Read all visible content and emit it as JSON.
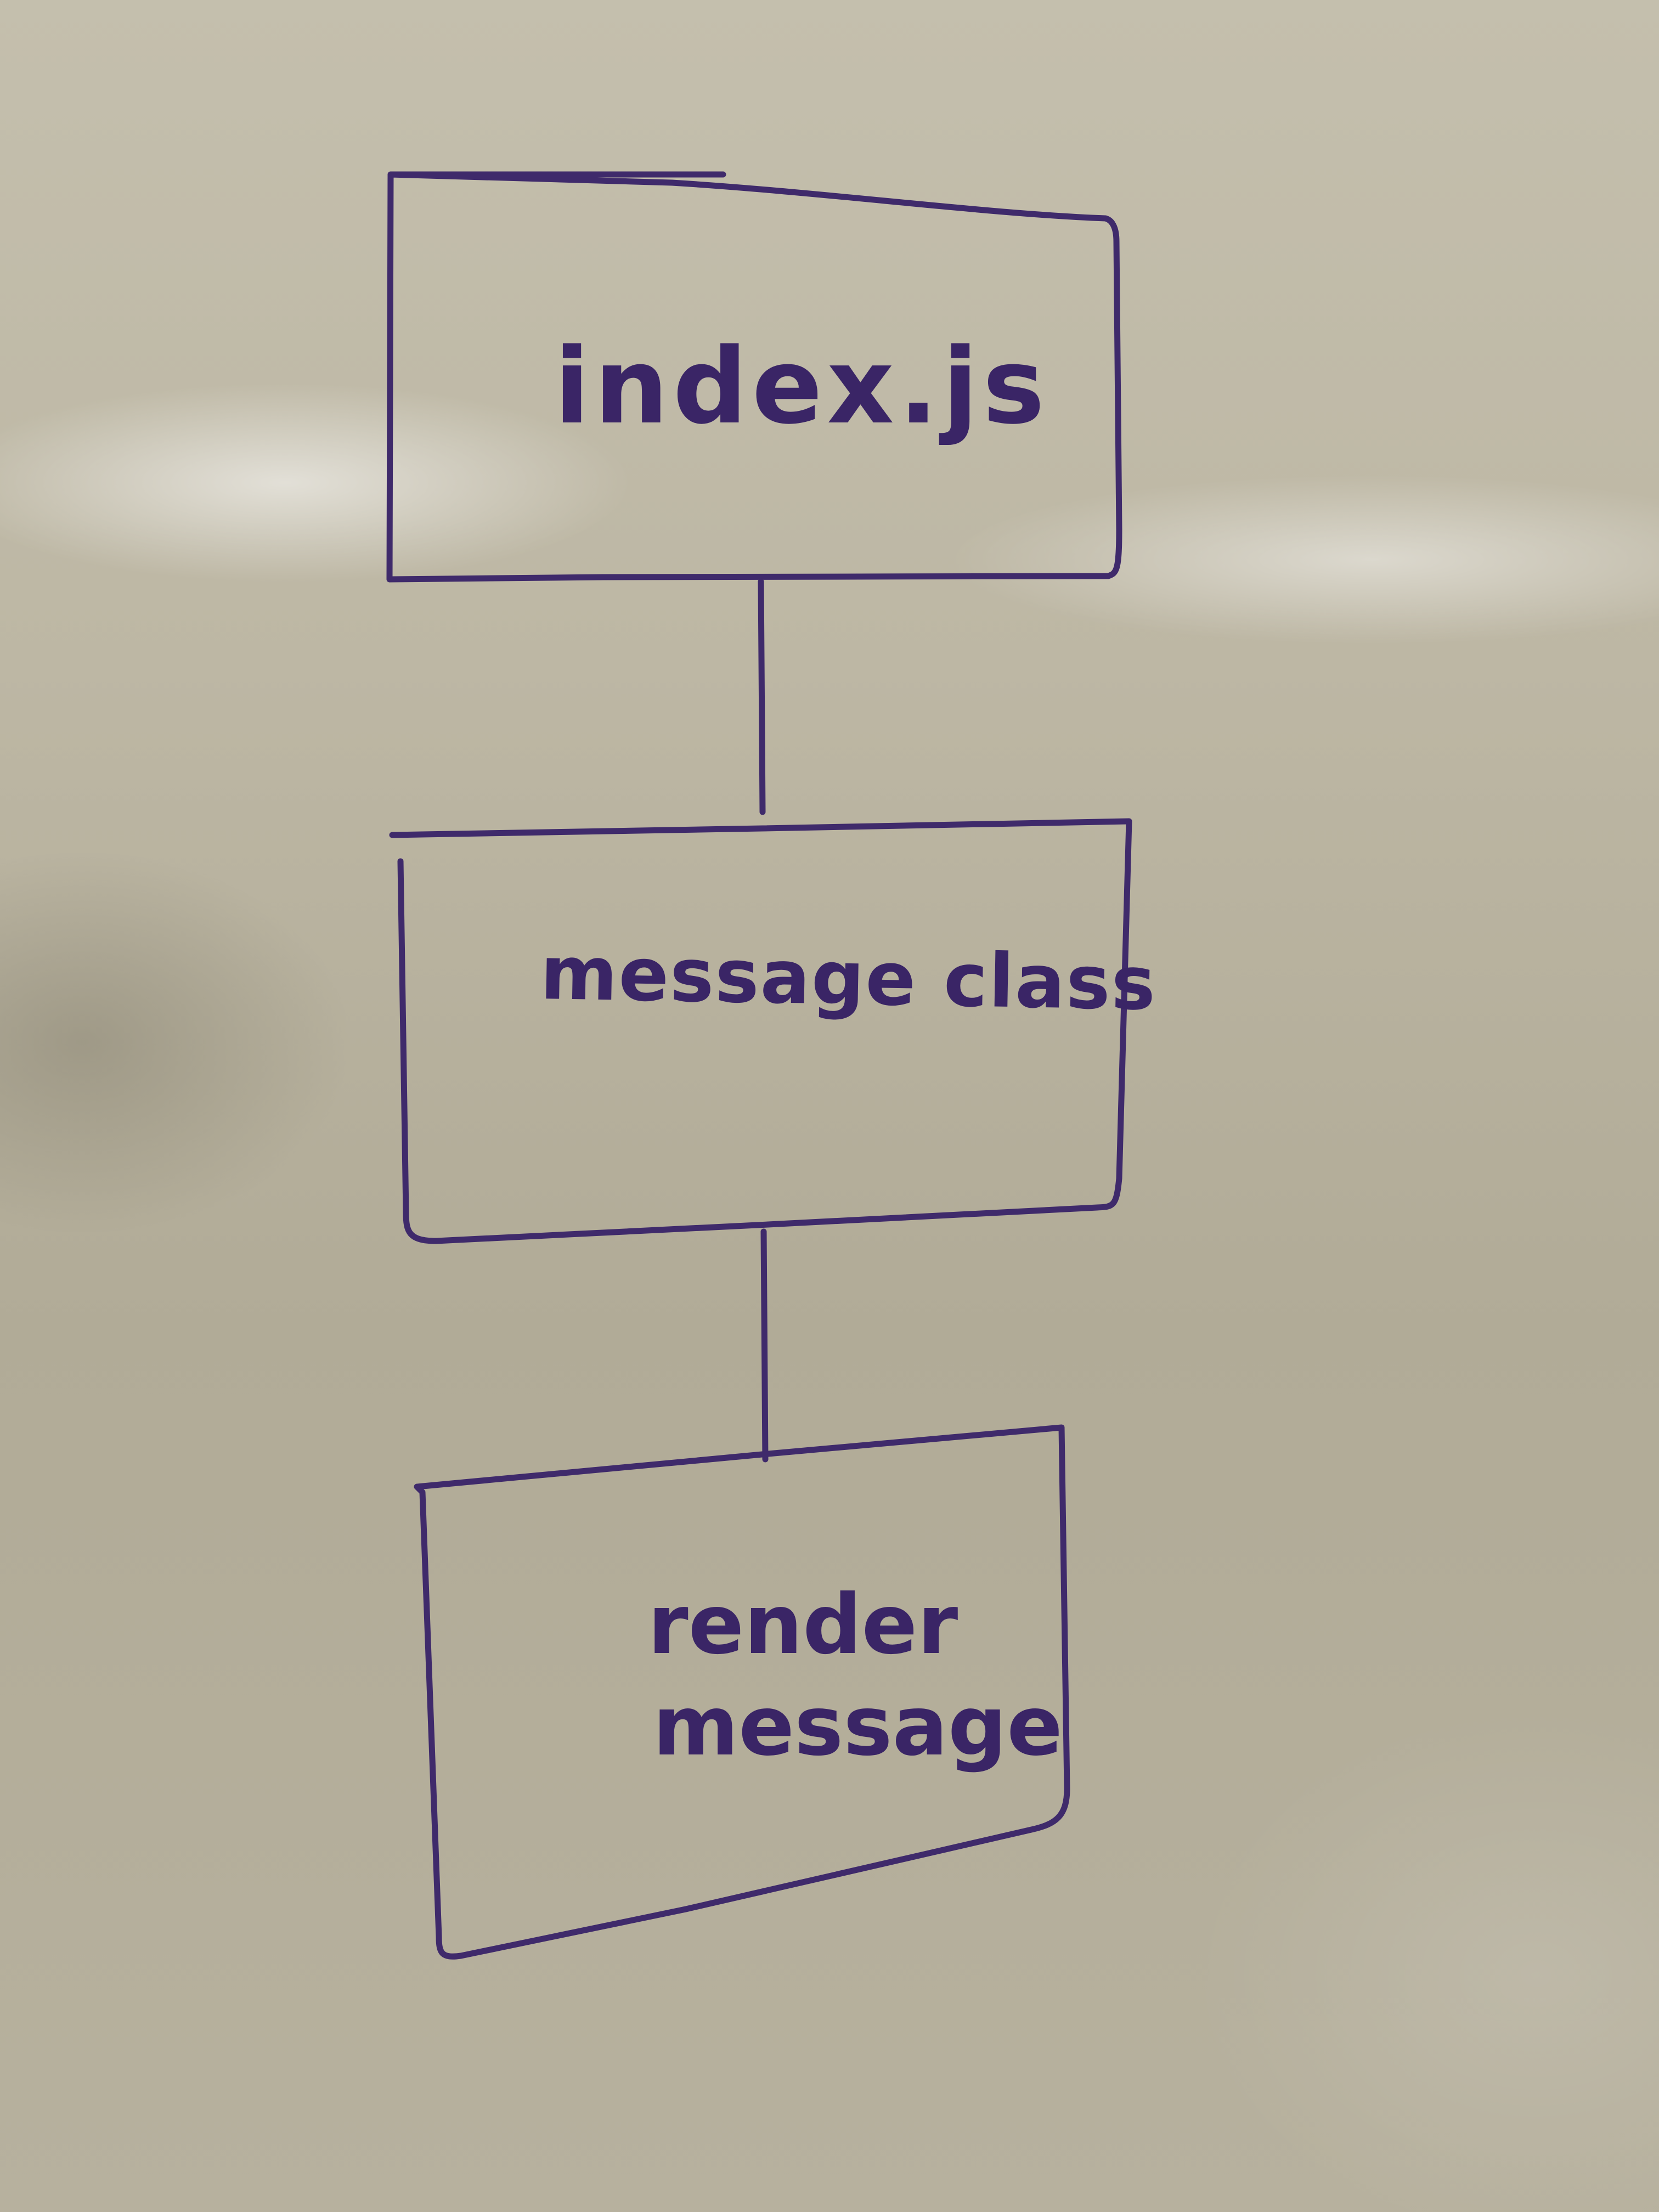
{
  "diagram": {
    "nodes": [
      {
        "id": "index",
        "label": "index.js"
      },
      {
        "id": "message-class",
        "label": "message class"
      },
      {
        "id": "render-message",
        "label_line1": "render",
        "label_line2": "message"
      }
    ],
    "edges": [
      {
        "from": "index",
        "to": "message-class"
      },
      {
        "from": "message-class",
        "to": "render-message"
      }
    ]
  },
  "colors": {
    "marker": "#3f2a6b",
    "board": "#b7b19f"
  }
}
